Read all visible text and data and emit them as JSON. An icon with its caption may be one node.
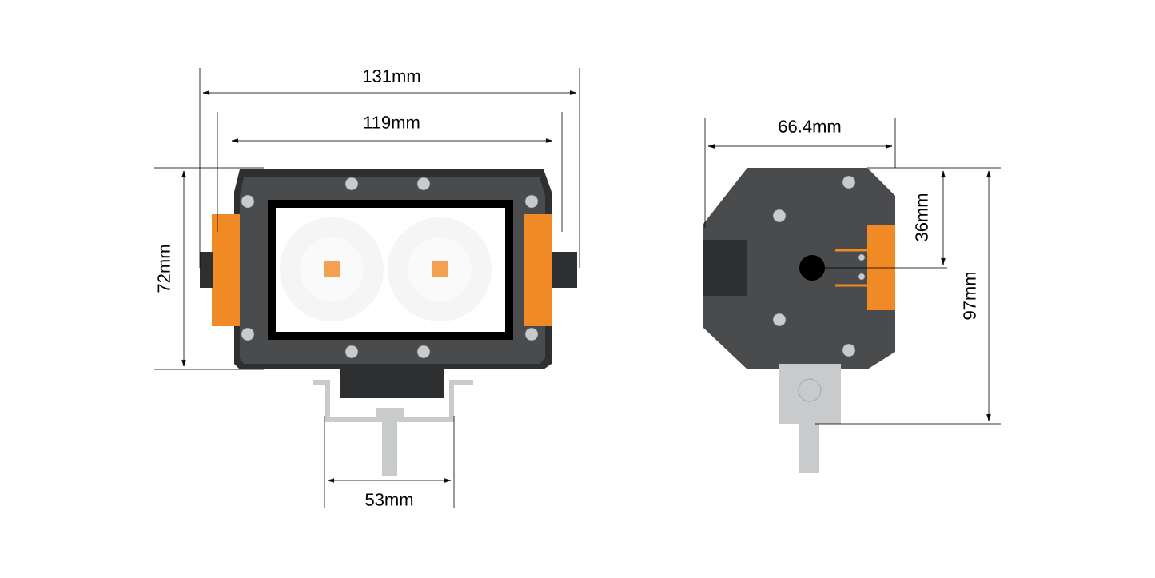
{
  "diagram": {
    "labels": [
      "131mm",
      "119mm",
      "66.4mm",
      "36mm",
      "72mm",
      "97mm",
      "53mm"
    ]
  }
}
